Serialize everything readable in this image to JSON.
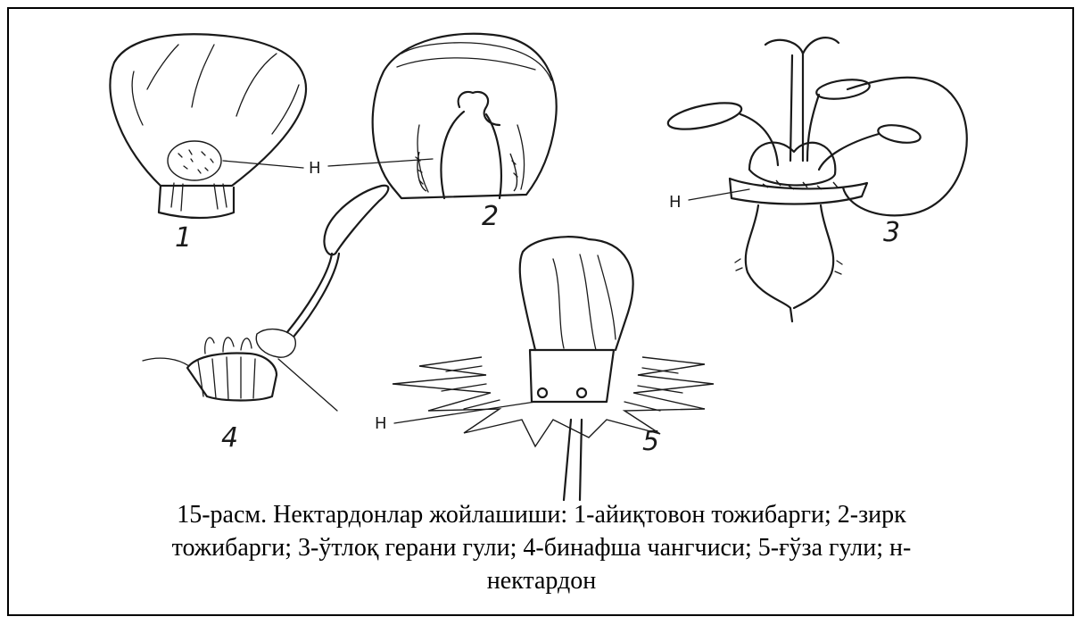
{
  "figure": {
    "labels": {
      "fig1": "1",
      "fig2": "2",
      "fig3": "3",
      "fig4": "4",
      "fig5": "5",
      "nectary": "Н"
    }
  },
  "caption": {
    "line1": "15-расм. Нектардонлар жойлашиши: 1-айиқтовон тожибарги; 2-зирк",
    "line2": "тожибарги; 3-ўтлоқ герани гули; 4-бинафша чангчиси; 5-ғўза гули; н-",
    "line3": "нектардон"
  }
}
